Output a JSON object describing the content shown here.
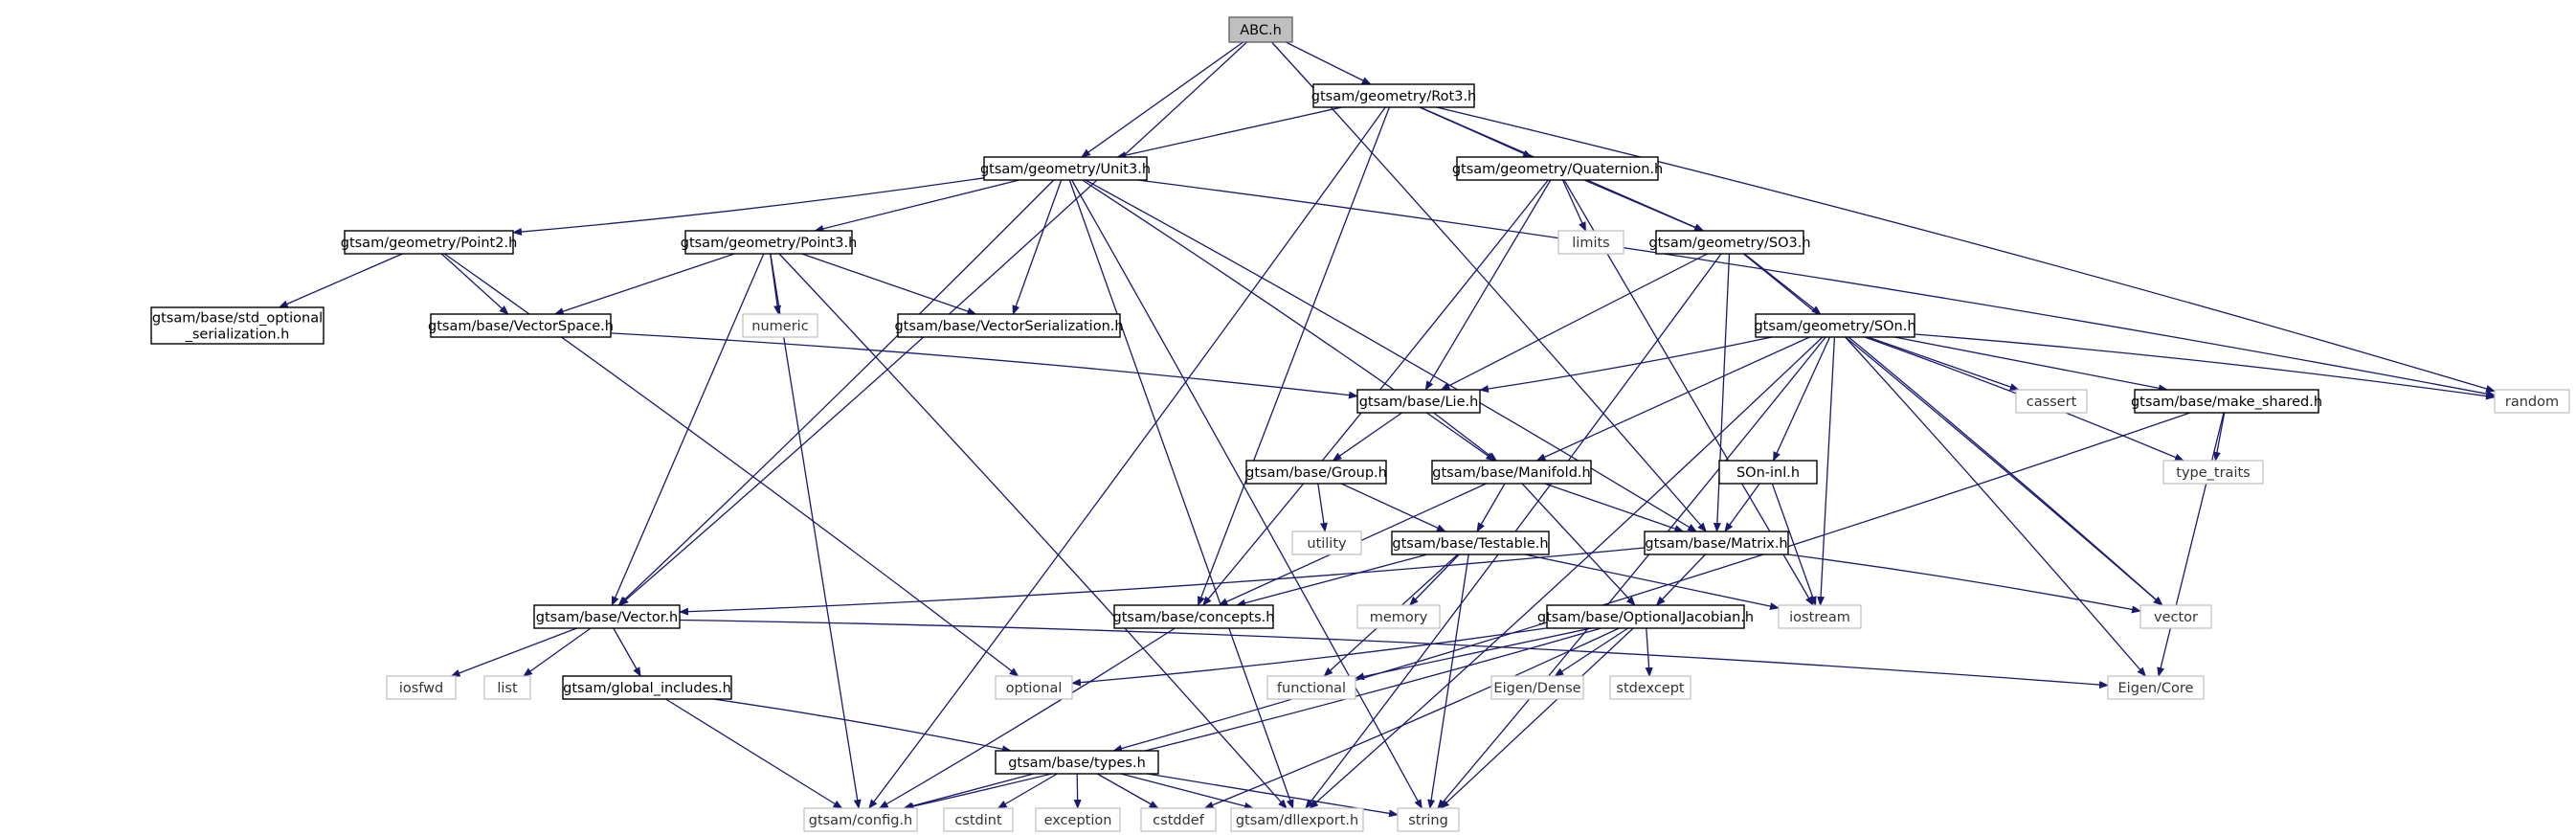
{
  "title": "ABC.h",
  "colors": {
    "edge": "#191970",
    "root_fill": "#bfbfbf",
    "external_border": "#bfbfbf",
    "node_border": "#000000"
  },
  "nodes": [
    {
      "id": "abc",
      "label": "ABC.h",
      "kind": "root"
    },
    {
      "id": "rot3",
      "label": "gtsam/geometry/Rot3.h",
      "kind": "file"
    },
    {
      "id": "unit3",
      "label": "gtsam/geometry/Unit3.h",
      "kind": "file"
    },
    {
      "id": "quat",
      "label": "gtsam/geometry/Quaternion.h",
      "kind": "file"
    },
    {
      "id": "so3",
      "label": "gtsam/geometry/SO3.h",
      "kind": "file"
    },
    {
      "id": "point2",
      "label": "gtsam/geometry/Point2.h",
      "kind": "file"
    },
    {
      "id": "point3",
      "label": "gtsam/geometry/Point3.h",
      "kind": "file"
    },
    {
      "id": "limits",
      "label": "limits",
      "kind": "external"
    },
    {
      "id": "son",
      "label": "gtsam/geometry/SOn.h",
      "kind": "file"
    },
    {
      "id": "stdopt",
      "label": [
        "gtsam/base/std_optional",
        "_serialization.h"
      ],
      "kind": "file"
    },
    {
      "id": "vspace",
      "label": "gtsam/base/VectorSpace.h",
      "kind": "file"
    },
    {
      "id": "numeric",
      "label": "numeric",
      "kind": "external"
    },
    {
      "id": "vser",
      "label": "gtsam/base/VectorSerialization.h",
      "kind": "file"
    },
    {
      "id": "lie",
      "label": "gtsam/base/Lie.h",
      "kind": "file"
    },
    {
      "id": "cassert",
      "label": "cassert",
      "kind": "external"
    },
    {
      "id": "mkshared",
      "label": "gtsam/base/make_shared.h",
      "kind": "file"
    },
    {
      "id": "random",
      "label": "random",
      "kind": "external"
    },
    {
      "id": "group",
      "label": "gtsam/base/Group.h",
      "kind": "file"
    },
    {
      "id": "manifold",
      "label": "gtsam/base/Manifold.h",
      "kind": "file"
    },
    {
      "id": "soninl",
      "label": "SOn-inl.h",
      "kind": "file"
    },
    {
      "id": "typetraits",
      "label": "type_traits",
      "kind": "external"
    },
    {
      "id": "utility",
      "label": "utility",
      "kind": "external"
    },
    {
      "id": "testable",
      "label": "gtsam/base/Testable.h",
      "kind": "file"
    },
    {
      "id": "matrix",
      "label": "gtsam/base/Matrix.h",
      "kind": "file"
    },
    {
      "id": "vectorh",
      "label": "gtsam/base/Vector.h",
      "kind": "file"
    },
    {
      "id": "concepts",
      "label": "gtsam/base/concepts.h",
      "kind": "file"
    },
    {
      "id": "memory",
      "label": "memory",
      "kind": "external"
    },
    {
      "id": "optjac",
      "label": "gtsam/base/OptionalJacobian.h",
      "kind": "file"
    },
    {
      "id": "iostream",
      "label": "iostream",
      "kind": "external"
    },
    {
      "id": "vector",
      "label": "vector",
      "kind": "external"
    },
    {
      "id": "iosfwd",
      "label": "iosfwd",
      "kind": "external"
    },
    {
      "id": "list",
      "label": "list",
      "kind": "external"
    },
    {
      "id": "globinc",
      "label": "gtsam/global_includes.h",
      "kind": "file"
    },
    {
      "id": "optional",
      "label": "optional",
      "kind": "external"
    },
    {
      "id": "functional",
      "label": "functional",
      "kind": "external"
    },
    {
      "id": "eigendense",
      "label": "Eigen/Dense",
      "kind": "external"
    },
    {
      "id": "stdexcept",
      "label": "stdexcept",
      "kind": "external"
    },
    {
      "id": "eigencore",
      "label": "Eigen/Core",
      "kind": "external"
    },
    {
      "id": "types",
      "label": "gtsam/base/types.h",
      "kind": "file"
    },
    {
      "id": "config",
      "label": "gtsam/config.h",
      "kind": "external"
    },
    {
      "id": "cstdint",
      "label": "cstdint",
      "kind": "external"
    },
    {
      "id": "exception",
      "label": "exception",
      "kind": "external"
    },
    {
      "id": "cstddef",
      "label": "cstddef",
      "kind": "external"
    },
    {
      "id": "dllexport",
      "label": "gtsam/dllexport.h",
      "kind": "external"
    },
    {
      "id": "string",
      "label": "string",
      "kind": "external"
    }
  ],
  "edges": [
    [
      "abc",
      "rot3"
    ],
    [
      "abc",
      "unit3"
    ],
    [
      "abc",
      "matrix"
    ],
    [
      "abc",
      "vectorh"
    ],
    [
      "rot3",
      "unit3"
    ],
    [
      "rot3",
      "quat"
    ],
    [
      "rot3",
      "so3"
    ],
    [
      "rot3",
      "concepts"
    ],
    [
      "rot3",
      "config"
    ],
    [
      "rot3",
      "random"
    ],
    [
      "unit3",
      "point2"
    ],
    [
      "unit3",
      "point3"
    ],
    [
      "unit3",
      "vser"
    ],
    [
      "unit3",
      "manifold"
    ],
    [
      "unit3",
      "matrix"
    ],
    [
      "unit3",
      "vectorh"
    ],
    [
      "unit3",
      "random"
    ],
    [
      "unit3",
      "string"
    ],
    [
      "unit3",
      "dllexport"
    ],
    [
      "quat",
      "limits"
    ],
    [
      "quat",
      "so3"
    ],
    [
      "quat",
      "lie"
    ],
    [
      "quat",
      "concepts"
    ],
    [
      "quat",
      "iostream"
    ],
    [
      "so3",
      "son"
    ],
    [
      "so3",
      "lie"
    ],
    [
      "so3",
      "matrix"
    ],
    [
      "so3",
      "vector"
    ],
    [
      "so3",
      "dllexport"
    ],
    [
      "point2",
      "stdopt"
    ],
    [
      "point2",
      "vspace"
    ],
    [
      "point2",
      "optional"
    ],
    [
      "point3",
      "vspace"
    ],
    [
      "point3",
      "numeric"
    ],
    [
      "point3",
      "vser"
    ],
    [
      "point3",
      "vectorh"
    ],
    [
      "point3",
      "config"
    ],
    [
      "point3",
      "dllexport"
    ],
    [
      "vspace",
      "lie"
    ],
    [
      "son",
      "lie"
    ],
    [
      "son",
      "manifold"
    ],
    [
      "son",
      "cassert"
    ],
    [
      "son",
      "mkshared"
    ],
    [
      "son",
      "random"
    ],
    [
      "son",
      "typetraits"
    ],
    [
      "son",
      "soninl"
    ],
    [
      "son",
      "iostream"
    ],
    [
      "son",
      "vector"
    ],
    [
      "son",
      "eigencore"
    ],
    [
      "son",
      "string"
    ],
    [
      "son",
      "dllexport"
    ],
    [
      "lie",
      "group"
    ],
    [
      "lie",
      "manifold"
    ],
    [
      "mkshared",
      "typetraits"
    ],
    [
      "mkshared",
      "eigencore"
    ],
    [
      "mkshared",
      "types"
    ],
    [
      "group",
      "utility"
    ],
    [
      "group",
      "testable"
    ],
    [
      "manifold",
      "testable"
    ],
    [
      "manifold",
      "matrix"
    ],
    [
      "manifold",
      "optjac"
    ],
    [
      "manifold",
      "concepts"
    ],
    [
      "soninl",
      "matrix"
    ],
    [
      "soninl",
      "iostream"
    ],
    [
      "testable",
      "concepts"
    ],
    [
      "testable",
      "memory"
    ],
    [
      "testable",
      "iostream"
    ],
    [
      "testable",
      "functional"
    ],
    [
      "testable",
      "string"
    ],
    [
      "matrix",
      "optjac"
    ],
    [
      "matrix",
      "vectorh"
    ],
    [
      "matrix",
      "vector"
    ],
    [
      "vectorh",
      "iosfwd"
    ],
    [
      "vectorh",
      "list"
    ],
    [
      "vectorh",
      "globinc"
    ],
    [
      "vectorh",
      "eigencore"
    ],
    [
      "concepts",
      "config"
    ],
    [
      "optjac",
      "optional"
    ],
    [
      "optjac",
      "functional"
    ],
    [
      "optjac",
      "eigendense"
    ],
    [
      "optjac",
      "stdexcept"
    ],
    [
      "optjac",
      "string"
    ],
    [
      "optjac",
      "config"
    ],
    [
      "optjac",
      "cstddef"
    ],
    [
      "globinc",
      "config"
    ],
    [
      "globinc",
      "types"
    ],
    [
      "types",
      "config"
    ],
    [
      "types",
      "cstdint"
    ],
    [
      "types",
      "exception"
    ],
    [
      "types",
      "cstddef"
    ],
    [
      "types",
      "dllexport"
    ],
    [
      "types",
      "string"
    ]
  ]
}
